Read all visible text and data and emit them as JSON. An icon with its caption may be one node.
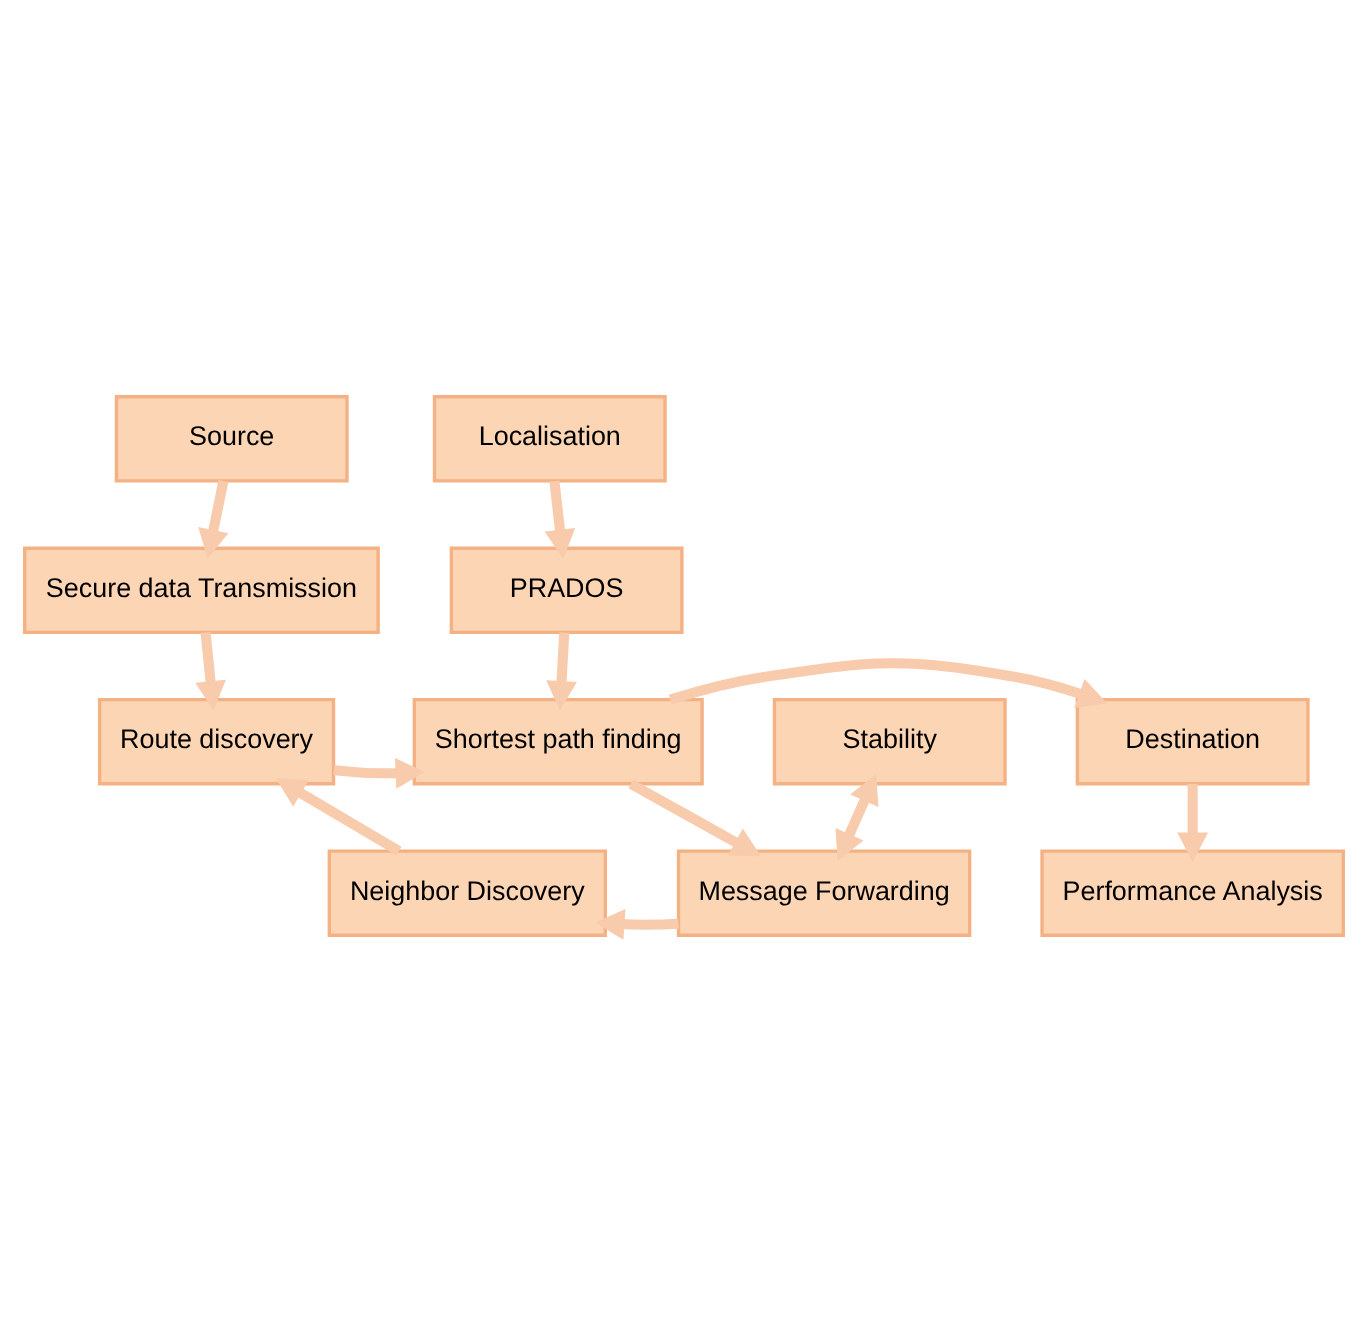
{
  "diagram": {
    "nodes": [
      {
        "text": [
          "Source"
        ]
      },
      {
        "text": [
          "Secure data Transmission"
        ]
      },
      {
        "text": [
          "Localisation"
        ]
      },
      {
        "text": [
          "PRADOS"
        ]
      },
      {
        "text": [
          "Route discovery"
        ]
      },
      {
        "text": [
          "Shortest path finding"
        ]
      },
      {
        "text": [
          "Destination"
        ]
      },
      {
        "text": [
          "Performance Analysis"
        ]
      },
      {
        "text": [
          "Neighbor Discovery"
        ]
      },
      {
        "text": [
          "Message Forwarding"
        ]
      },
      {
        "text": [
          "Stability"
        ]
      }
    ],
    "edges": [
      {
        "from": 0,
        "to": 1,
        "arrow": "to"
      },
      {
        "from": 1,
        "to": 4,
        "arrow": "to"
      },
      {
        "from": 2,
        "to": 3,
        "arrow": "to"
      },
      {
        "from": 3,
        "to": 5,
        "arrow": "to"
      },
      {
        "from": 4,
        "to": 5,
        "arrow": "to"
      },
      {
        "from": 5,
        "to": 6,
        "arrow": "to"
      },
      {
        "from": 6,
        "to": 7,
        "arrow": "to"
      },
      {
        "from": 5,
        "to": 9,
        "arrow": "to"
      },
      {
        "from": 9,
        "to": 8,
        "arrow": "to"
      },
      {
        "from": 8,
        "to": 4,
        "arrow": "to"
      },
      {
        "from": 10,
        "to": 9,
        "arrow": "both"
      }
    ]
  }
}
